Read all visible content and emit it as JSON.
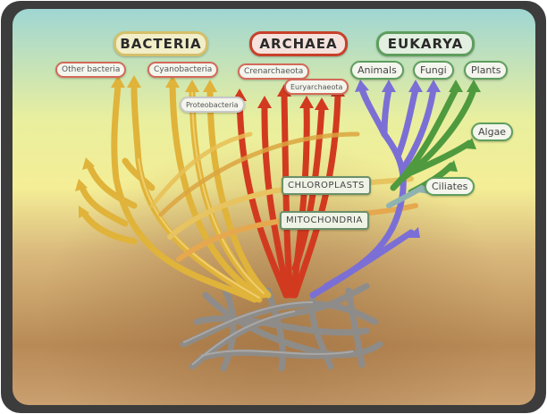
{
  "domains": {
    "bacteria": "BACTERIA",
    "archaea": "ARCHAEA",
    "eukarya": "EUKARYA"
  },
  "groups": {
    "other_bacteria": "Other bacteria",
    "cyanobacteria": "Cyanobacteria",
    "proteobacteria": "Proteobacteria",
    "crenarchaeota": "Crenarchaeota",
    "euryarchaeota": "Euryarchaeota",
    "animals": "Animals",
    "fungi": "Fungi",
    "plants": "Plants",
    "algae": "Algae",
    "ciliates": "Ciliates"
  },
  "organelles": {
    "chloroplasts": "CHLOROPLASTS",
    "mitochondria": "MITOCHONDRIA"
  },
  "colors": {
    "bacteria": "#e0b33a",
    "archaea": "#d23a20",
    "eukarya_animals": "#7b6fd6",
    "eukarya_plants": "#4f9a3e",
    "roots": "#8a8a8a",
    "sky_top": "#9fd6d3",
    "sky_mid": "#f3f09a",
    "ground": "#a8794a"
  }
}
